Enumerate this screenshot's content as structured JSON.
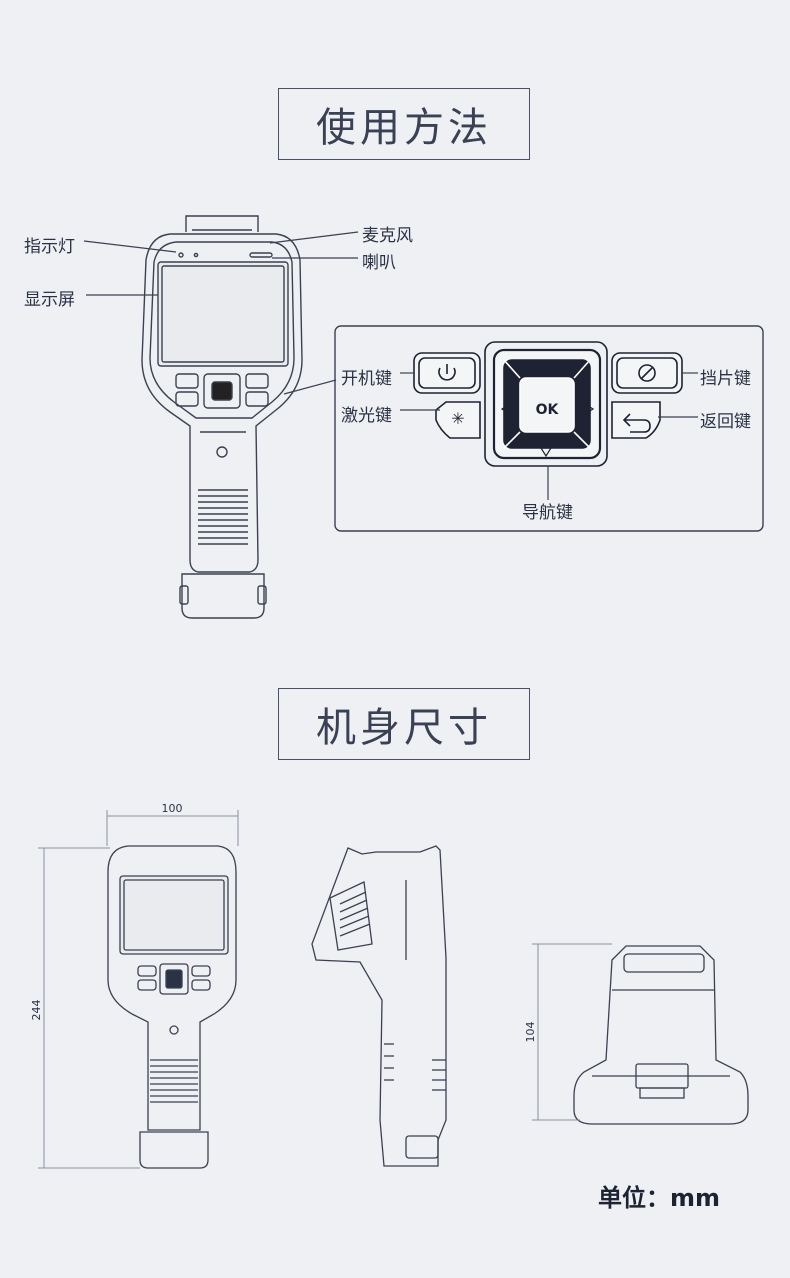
{
  "section1": {
    "title": "使用方法"
  },
  "section2": {
    "title": "机身尺寸"
  },
  "callouts": {
    "indicator": "指示灯",
    "microphone": "麦克风",
    "speaker": "喇叭",
    "screen": "显示屏",
    "power": "开机键",
    "laser": "激光键",
    "shutter": "挡片键",
    "back": "返回键",
    "nav": "导航键"
  },
  "keypad": {
    "ok": "OK"
  },
  "dimensions": {
    "width": "100",
    "height": "244",
    "depth": "104"
  },
  "unit": "单位：mm"
}
